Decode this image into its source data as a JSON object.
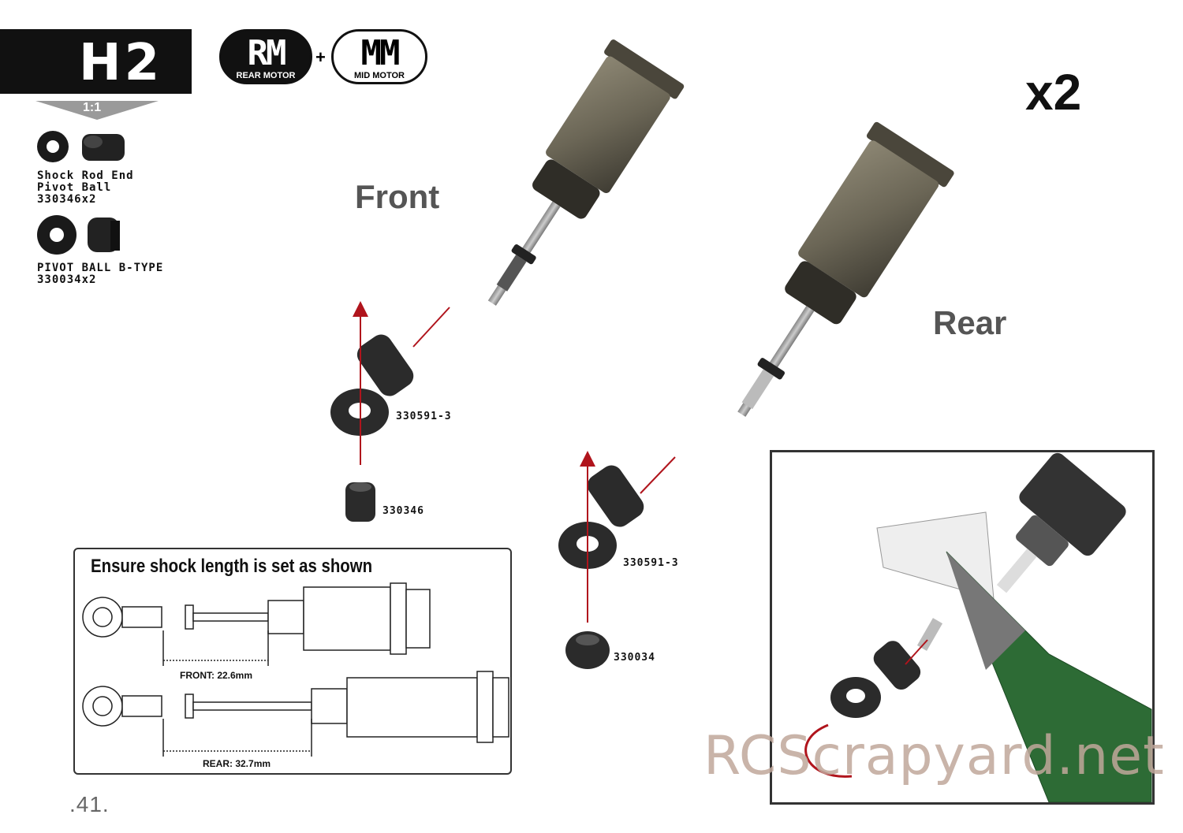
{
  "step": {
    "label": "H2"
  },
  "badges": {
    "rm": {
      "big": "RM",
      "small": "REAR MOTOR"
    },
    "plus": "+",
    "mm": {
      "big": "MM",
      "small": "MID MOTOR"
    }
  },
  "quantity": "x2",
  "parts_legend": {
    "scale": "1:1",
    "items": [
      {
        "line1": "Shock Rod End",
        "line2": "Pivot Ball",
        "line3": "330346x2"
      },
      {
        "line1": "PIVOT BALL B-TYPE",
        "line2": "330034x2"
      }
    ]
  },
  "headings": {
    "front": "Front",
    "rear": "Rear"
  },
  "callouts": {
    "front_rod_end": "330591-3",
    "front_ball": "330346",
    "rear_rod_end": "330591-3",
    "rear_ball": "330034"
  },
  "infobox": {
    "title": "Ensure shock length is set as shown",
    "front_dim": "FRONT: 22.6mm",
    "rear_dim": "REAR: 32.7mm"
  },
  "page_number": ".41.",
  "watermark": "RCScrapyard.net",
  "colors": {
    "arrow": "#b0141c",
    "shock_body": "#6b6656",
    "dark_part": "#2b2b2b",
    "pliers": "#2d6b35"
  }
}
